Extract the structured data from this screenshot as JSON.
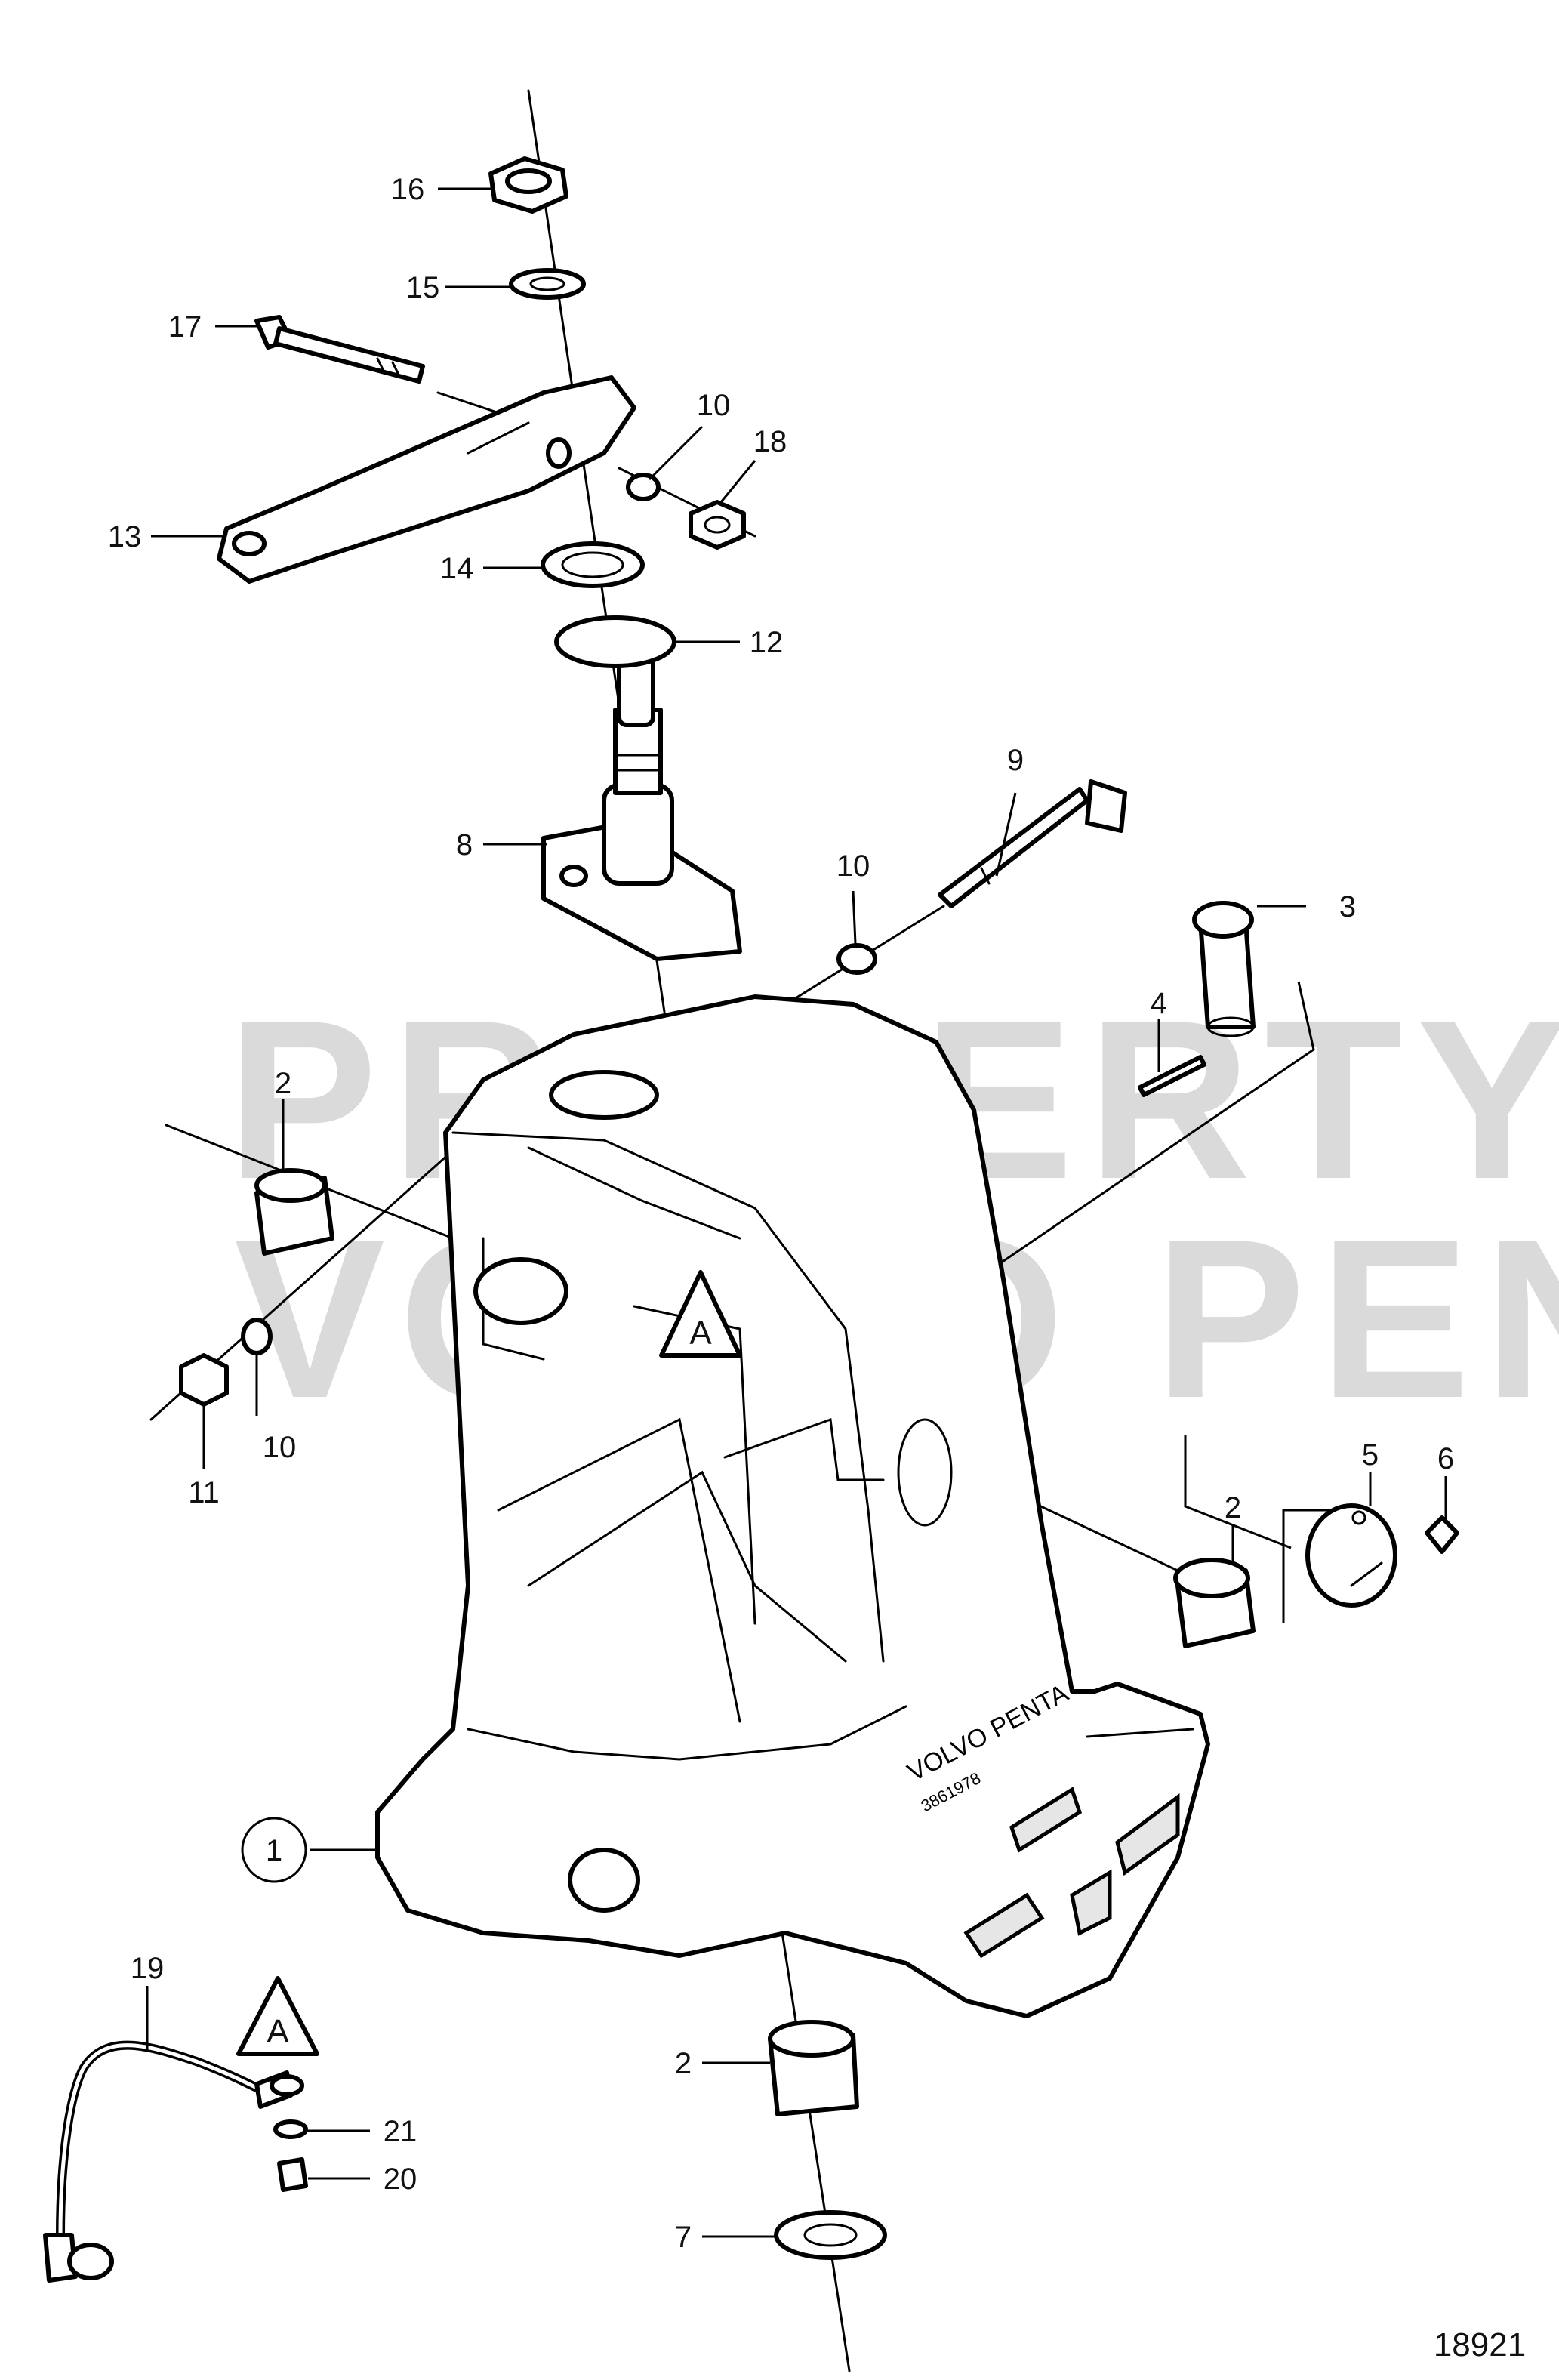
{
  "watermark": {
    "line1": "PROPERTY OF",
    "line2": "VOLVO PENTA"
  },
  "figure_id": "18921",
  "casting_text": {
    "brand": "VOLVO PENTA",
    "part_no": "3861978"
  },
  "view_reference": "A",
  "callouts": [
    {
      "id": "c16",
      "label": "16"
    },
    {
      "id": "c15",
      "label": "15"
    },
    {
      "id": "c17",
      "label": "17"
    },
    {
      "id": "c10a",
      "label": "10"
    },
    {
      "id": "c18",
      "label": "18"
    },
    {
      "id": "c13",
      "label": "13"
    },
    {
      "id": "c14",
      "label": "14"
    },
    {
      "id": "c12",
      "label": "12"
    },
    {
      "id": "c9",
      "label": "9"
    },
    {
      "id": "c8",
      "label": "8"
    },
    {
      "id": "c10b",
      "label": "10"
    },
    {
      "id": "c3",
      "label": "3"
    },
    {
      "id": "c4",
      "label": "4"
    },
    {
      "id": "c2a",
      "label": "2"
    },
    {
      "id": "c11",
      "label": "11"
    },
    {
      "id": "c10c",
      "label": "10"
    },
    {
      "id": "c5",
      "label": "5"
    },
    {
      "id": "c6",
      "label": "6"
    },
    {
      "id": "c2b",
      "label": "2"
    },
    {
      "id": "c1",
      "label": "1"
    },
    {
      "id": "c19",
      "label": "19"
    },
    {
      "id": "c21",
      "label": "21"
    },
    {
      "id": "c20",
      "label": "20"
    },
    {
      "id": "c2c",
      "label": "2"
    },
    {
      "id": "c7",
      "label": "7"
    }
  ]
}
